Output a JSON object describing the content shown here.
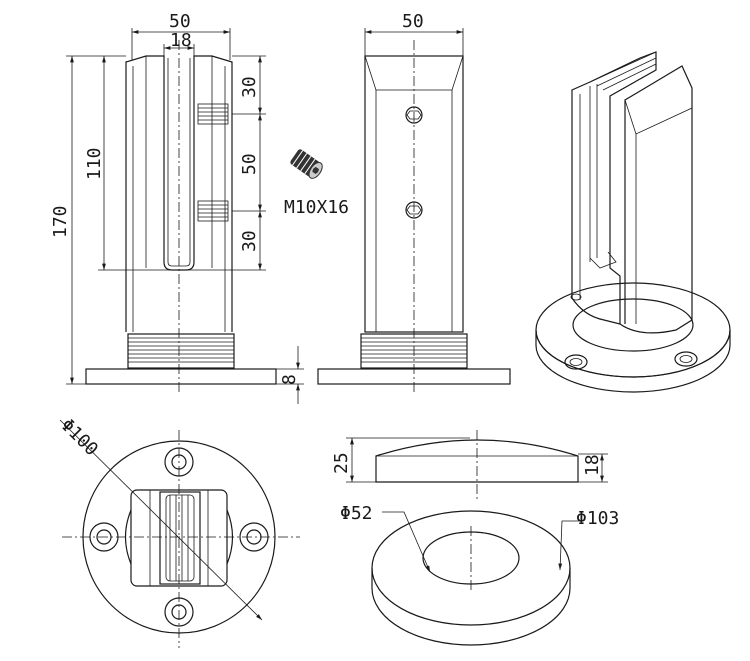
{
  "colors": {
    "line": "#1a1a1a",
    "background": "#ffffff",
    "screw": "#333333"
  },
  "front_view": {
    "dim_width": "50",
    "dim_slot": "18",
    "dim_total_height": "170",
    "dim_clamp_height": "110",
    "dim_top": "30",
    "dim_middle": "50",
    "dim_bottom": "30",
    "dim_base_thickness": "8"
  },
  "side_view": {
    "dim_width": "50"
  },
  "screw": {
    "label": "M10X16"
  },
  "top_view": {
    "dim_diameter": "Φ100"
  },
  "cover_ring": {
    "dim_height": "25",
    "dim_thickness": "18",
    "dim_inner": "Φ52",
    "dim_outer": "Φ103"
  }
}
